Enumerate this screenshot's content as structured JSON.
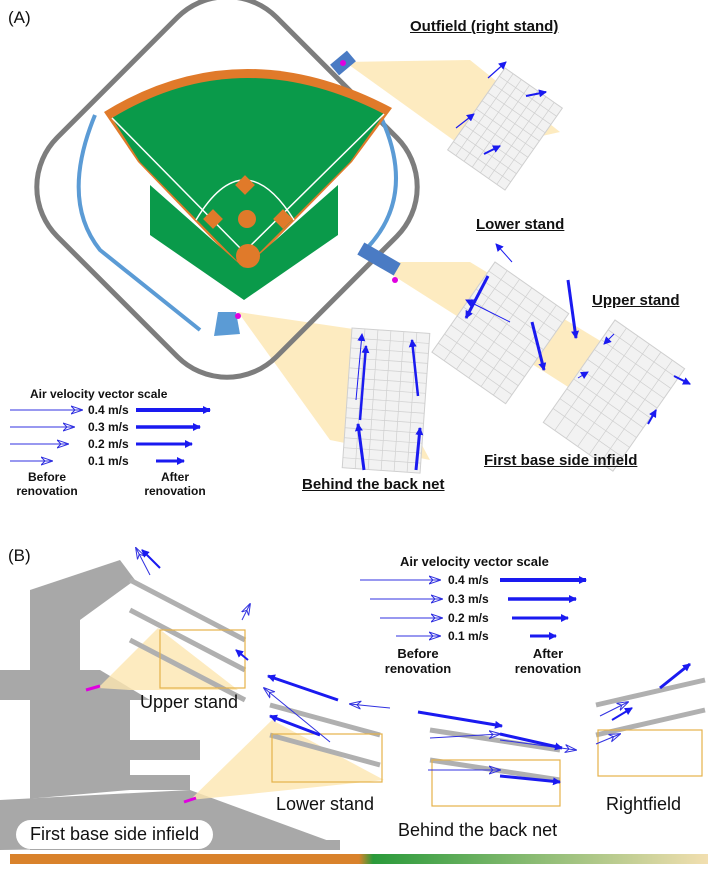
{
  "panels": {
    "a": "(A)",
    "b": "(B)"
  },
  "colors": {
    "field_green": "#0a9a4a",
    "warning_track": "#e07a2a",
    "outer_ring": "#7d7d7d",
    "blue_ring": "#5b9bd5",
    "cone": "#fce6b0",
    "vector_after": "#1a1af0",
    "vector_before": "#3030e0",
    "marker": "#e000e0",
    "stand_gray": "#a8a8a8"
  },
  "panel_a": {
    "labels": {
      "outfield": "Outfield (right stand)",
      "lower_stand": "Lower stand",
      "upper_stand": "Upper stand",
      "first_base": "First base side infield",
      "back_net": "Behind the back net"
    },
    "scale": {
      "title": "Air velocity vector scale",
      "values": [
        "0.4 m/s",
        "0.3 m/s",
        "0.2 m/s",
        "0.1 m/s"
      ],
      "before": "Before renovation",
      "after": "After renovation"
    }
  },
  "panel_b": {
    "labels": {
      "upper_stand": "Upper stand",
      "lower_stand": "Lower stand",
      "back_net": "Behind the back net",
      "rightfield": "Rightfield",
      "first_base": "First base side infield"
    },
    "scale": {
      "title": "Air velocity vector scale",
      "values": [
        "0.4 m/s",
        "0.3 m/s",
        "0.2 m/s",
        "0.1 m/s"
      ],
      "before": "Before renovation",
      "after": "After renovation"
    }
  }
}
